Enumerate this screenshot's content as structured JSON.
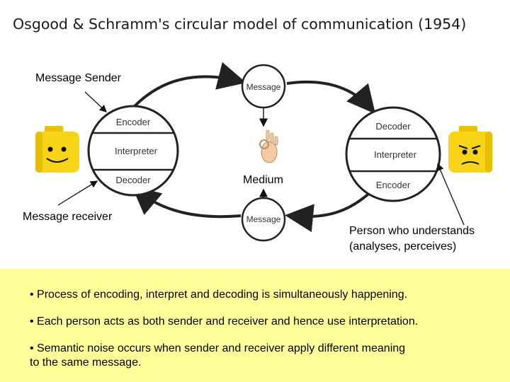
{
  "title": "Osgood & Schramm's circular model of communication (1954)",
  "labels": {
    "message_sender": "Message Sender",
    "message_receiver": "Message receiver",
    "medium": "Medium",
    "person_understands_line1": "Person who understands",
    "person_understands_line2": "(analyses, perceives)"
  },
  "left_circle": {
    "top": "Encoder",
    "middle": "Interpreter",
    "bottom": "Decoder"
  },
  "right_circle": {
    "top": "Decoder",
    "middle": "Interpreter",
    "bottom": "Encoder"
  },
  "message_top": "Message",
  "message_bottom": "Message",
  "bullets": [
    "• Process of encoding, interpret and decoding is simultaneously happening.",
    "• Each person acts as both sender and receiver and hence use interpretation.",
    "• Semantic noise occurs when sender and receiver apply different meaning",
    "to the same message."
  ],
  "colors": {
    "bullet_box": "#ffff99",
    "lego_yellow": "#f7d417"
  }
}
